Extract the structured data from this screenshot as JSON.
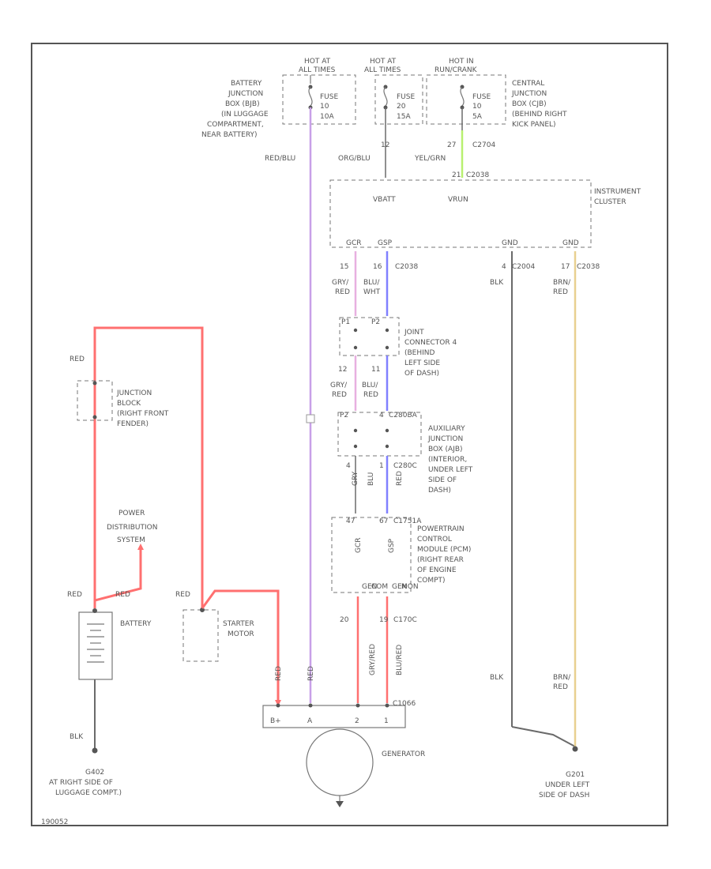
{
  "colors": {
    "red_wire": "#ff7070",
    "violet_wire": "#c8a0e8",
    "green_wire": "#b8f070",
    "pink_wire": "#e8b0e0",
    "blue_wire": "#8080ff",
    "tan_wire": "#e8d090",
    "gray_wire": "#6a6a6a",
    "text": "#555555"
  },
  "labels": {
    "hot1": "HOT AT",
    "hot1b": "ALL TIMES",
    "hot2": "HOT AT",
    "hot2b": "ALL TIMES",
    "hot3": "HOT IN",
    "hot3b": "RUN/CRANK",
    "bjb1": "BATTERY",
    "bjb2": "JUNCTION",
    "bjb3": "BOX (BJB)",
    "bjb4": "(IN LUGGAGE",
    "bjb5": "COMPARTMENT,",
    "bjb6": "NEAR BATTERY)",
    "f1a": "FUSE",
    "f1b": "10",
    "f1c": "10A",
    "f2a": "FUSE",
    "f2b": "20",
    "f2c": "15A",
    "f3a": "FUSE",
    "f3b": "10",
    "f3c": "5A",
    "cjb1": "CENTRAL",
    "cjb2": "JUNCTION",
    "cjb3": "BOX (CJB)",
    "cjb4": "(BEHIND RIGHT",
    "cjb5": "KICK PANEL)",
    "w_redblu": "RED/BLU",
    "w_orgblu": "ORG/BLU",
    "p12": "12",
    "w_yelgrn": "YEL/GRN",
    "p27": "27",
    "c2704": "C2704",
    "c2038a": "C2038",
    "p_top": "21",
    "vbatt": "VBATT",
    "vrun": "VRUN",
    "ic1": "INSTRUMENT",
    "ic2": "CLUSTER",
    "gcr": "GCR",
    "gsp": "GSP",
    "gnd1": "GND",
    "gnd2": "GND",
    "p15": "15",
    "p16": "16",
    "c2038b": "C2038",
    "p_g1": "4",
    "c2004": "C2004",
    "p_g2": "17",
    "c2038c": "C2038",
    "w_gry": "GRY/",
    "w_red1": "RED",
    "w_blu": "BLU/",
    "w_wht": "WHT",
    "w_blk1": "BLK",
    "w_brn1": "BRN/",
    "w_red2": "RED",
    "j_pa": "P1",
    "j_pb": "P2",
    "jc1": "JOINT",
    "jc2": "CONNECTOR 4",
    "jc3": "(BEHIND",
    "jc4": "LEFT SIDE",
    "jc5": "OF DASH)",
    "p12b": "12",
    "p11b": "11",
    "w_gry2": "GRY/",
    "w_red3": "RED",
    "w_blu2": "BLU/",
    "w_red4": "RED",
    "ajb_p1": "P2",
    "ajb_p2": "4",
    "c280ba": "C280BA",
    "ajb1": "AUXILIARY",
    "ajb2": "JUNCTION",
    "ajb3": "BOX (AJB)",
    "ajb4": "(INTERIOR,",
    "ajb5": "UNDER LEFT",
    "ajb6": "SIDE OF",
    "ajb7": "DASH)",
    "p4a": "4",
    "p1a": "1",
    "c280c": "C280C",
    "w_v1": "GRY",
    "w_v2": "BLU",
    "w_v3": "RED",
    "p_pcm1": "47",
    "p_pcm2": "67",
    "c1751a": "C1751A",
    "pcm_lbl1": "GCR",
    "pcm_lbl2": "GSP",
    "pcm1": "POWERTRAIN",
    "pcm2": "CONTROL",
    "pcm3": "MODULE (PCM)",
    "pcm4": "(RIGHT REAR",
    "pcm5": "OF ENGINE",
    "pcm6": "COMPT)",
    "pcm_o1": "GEN",
    "pcm_o2": "COM",
    "pcm_o3": "GEN",
    "pcm_o4": "MON",
    "p20": "20",
    "p19": "19",
    "c170c": "C170C",
    "w_gen1": "GRY/RED",
    "w_gen2": "BLU/RED",
    "red_top": "RED",
    "jb1": "JUNCTION",
    "jb2": "BLOCK",
    "jb3": "(RIGHT FRONT",
    "jb4": "FENDER)",
    "pds1": "POWER",
    "pds2": "DISTRIBUTION",
    "pds3": "SYSTEM",
    "red_batt": "RED",
    "red_pds": "RED",
    "battery": "BATTERY",
    "red_start": "RED",
    "starter1": "STARTER",
    "starter2": "MOTOR",
    "w_red_gen1": "RED",
    "w_red_gen2": "RED",
    "g_bplus": "B+",
    "g_a": "A",
    "g_2": "2",
    "g_1": "1",
    "c1066": "C1066",
    "generator": "GENERATOR",
    "blk_batt": "BLK",
    "g402a": "G402",
    "g402b": "AT RIGHT SIDE OF",
    "g402c": "LUGGAGE COMPT.)",
    "blk_g201": "BLK",
    "brn_g201a": "BRN/",
    "brn_g201b": "RED",
    "g201a": "G201",
    "g201b": "UNDER LEFT",
    "g201c": "SIDE OF DASH",
    "figure_id": "190052"
  }
}
